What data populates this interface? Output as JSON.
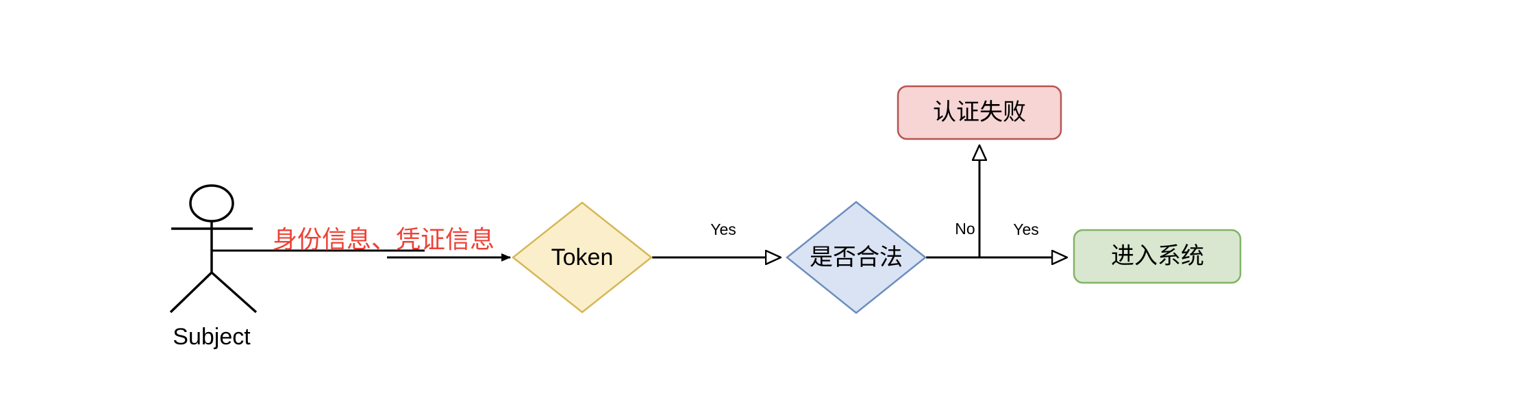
{
  "diagram": {
    "title": "Authentication Flow",
    "background_color": "#ffffff",
    "actor": {
      "label": "Subject",
      "icon": "stick-figure-actor"
    },
    "annotations": [
      {
        "id": "credentials",
        "text": "身份信息、凭证信息",
        "color": "#ee4136"
      }
    ],
    "nodes": [
      {
        "id": "token",
        "label": "Token",
        "shape": "diamond",
        "fill": "#fbefcb",
        "stroke": "#d6b656"
      },
      {
        "id": "is-legal",
        "label": "是否合法",
        "shape": "diamond",
        "fill": "#dae3f3",
        "stroke": "#6c8ebf"
      },
      {
        "id": "auth-failed",
        "label": "认证失败",
        "shape": "rounded-rectangle",
        "fill": "#f6d5d4",
        "stroke": "#b85450"
      },
      {
        "id": "enter-system",
        "label": "进入系统",
        "shape": "rounded-rectangle",
        "fill": "#d9e7d0",
        "stroke": "#82b366"
      }
    ],
    "edges": [
      {
        "id": "subject-to-token",
        "from": "Subject",
        "to": "Token",
        "label": "",
        "arrow": "filled"
      },
      {
        "id": "token-to-is-legal",
        "from": "Token",
        "to": "是否合法",
        "label": "Yes",
        "arrow": "open"
      },
      {
        "id": "is-legal-to-auth-failed",
        "from": "是否合法",
        "to": "认证失败",
        "label": "No",
        "arrow": "open"
      },
      {
        "id": "is-legal-to-enter-system",
        "from": "是否合法",
        "to": "进入系统",
        "label": "Yes",
        "arrow": "open"
      }
    ]
  }
}
